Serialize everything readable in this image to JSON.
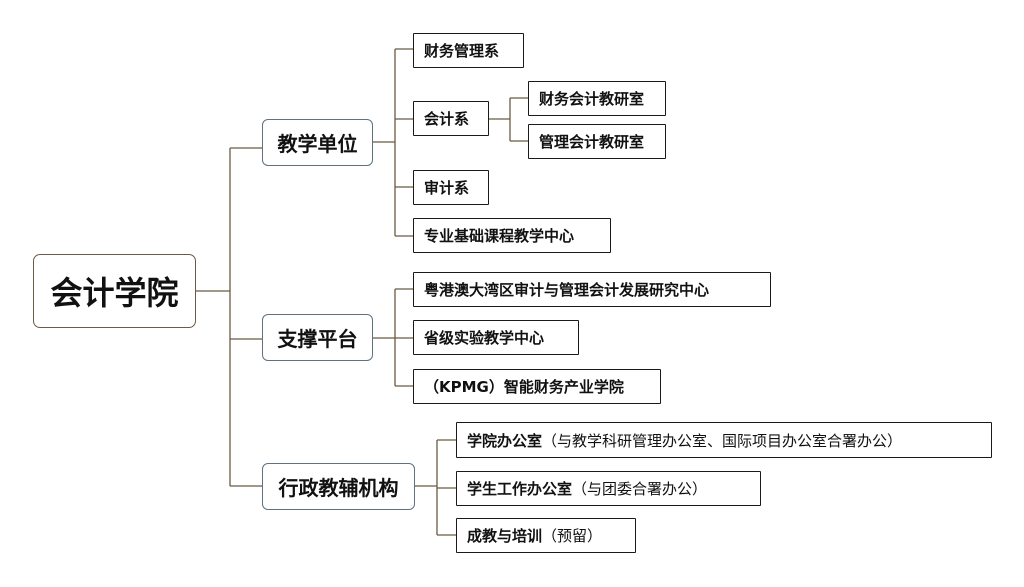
{
  "root": {
    "label": "会计学院"
  },
  "branches": [
    {
      "label": "教学单位",
      "children": [
        {
          "label": "财务管理系"
        },
        {
          "label": "会计系",
          "children": [
            {
              "label": "财务会计教研室"
            },
            {
              "label": "管理会计教研室"
            }
          ]
        },
        {
          "label": "审计系"
        },
        {
          "label": "专业基础课程教学中心"
        }
      ]
    },
    {
      "label": "支撑平台",
      "children": [
        {
          "label": "粤港澳大湾区审计与管理会计发展研究中心"
        },
        {
          "label": "省级实验教学中心"
        },
        {
          "label": "（KPMG）智能财务产业学院"
        }
      ]
    },
    {
      "label": "行政教辅机构",
      "children": [
        {
          "label": "学院办公室",
          "note": "（与教学科研管理办公室、国际项目办公室合署办公）"
        },
        {
          "label": "学生工作办公室",
          "note": "（与团委合署办公）"
        },
        {
          "label": "成教与培训",
          "note": "（预留）"
        }
      ]
    }
  ],
  "colors": {
    "root_border": "#6b5a45",
    "branch_border": "#5d7180",
    "leaf_border": "#1a1a1a",
    "link": "#6b5a45"
  }
}
